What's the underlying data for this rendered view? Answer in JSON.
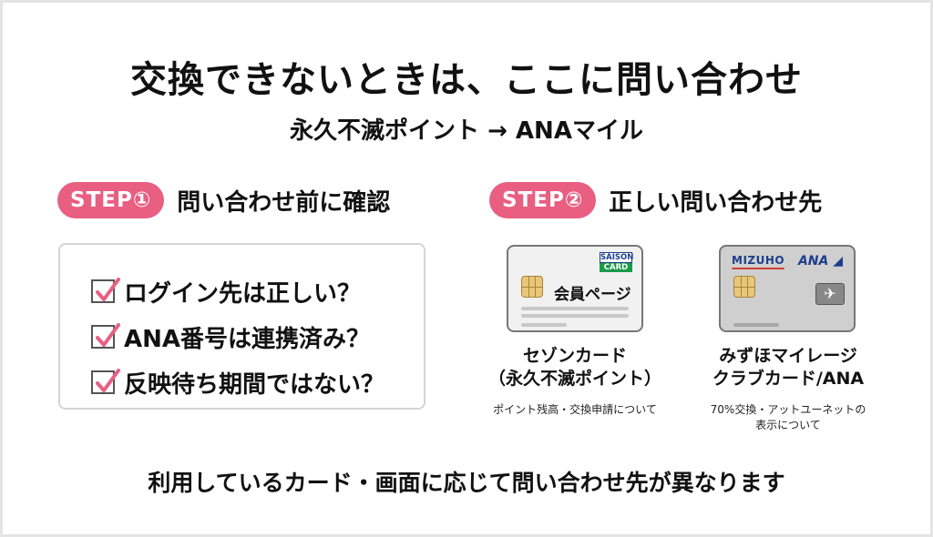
{
  "header": {
    "title": "交換できないときは、ここに問い合わせ",
    "subtitle": "永久不滅ポイント → ANAマイル"
  },
  "step1": {
    "badge": "STEP①",
    "label": "問い合わせ前に確認",
    "checklist": [
      {
        "text": "ログイン先は正しい？",
        "checked": true
      },
      {
        "text": "ANA番号は連携済み？",
        "checked": true
      },
      {
        "text": "反映待ち期間ではない？",
        "checked": true
      }
    ]
  },
  "step2": {
    "badge": "STEP②",
    "label": "正しい問い合わせ先",
    "cards": [
      {
        "logo_line1": "SAISON",
        "logo_line2": "CARD",
        "card_text": "会員ページ",
        "title_line1": "セゾンカード",
        "title_line2": "（永久不滅ポイント）",
        "note_line1": "ポイント残高・交換申請について",
        "note_line2": ""
      },
      {
        "logo_left": "MIZUHO",
        "logo_right": "ANA",
        "title_line1": "みずほマイレージ",
        "title_line2": "クラブカード/ANA",
        "note_line1": "70%交換・アットユーネットの",
        "note_line2": "表示について"
      }
    ]
  },
  "footer": {
    "text": "利用しているカード・画面に応じて問い合わせ先が異なります"
  },
  "colors": {
    "accent_pink": "#e85f82",
    "highlight_pink": "#f6cdd6",
    "saison_blue": "#1d3e8c",
    "saison_green": "#1c9a4a"
  }
}
